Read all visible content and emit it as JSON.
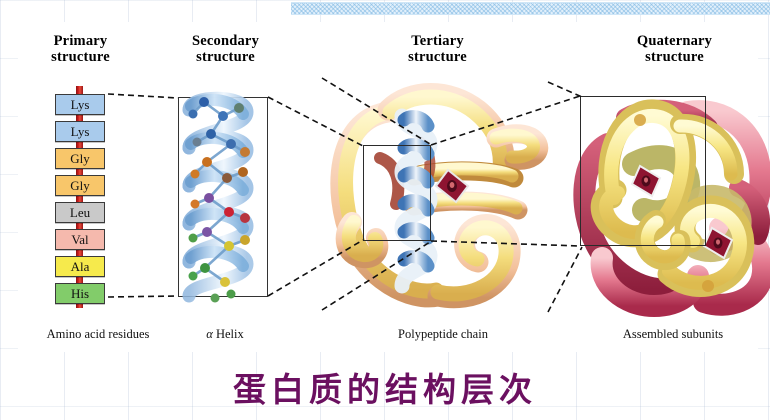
{
  "title": "蛋白质的结构层次",
  "title_color": "#6b1060",
  "headings": [
    {
      "line1": "Primary",
      "line2": "structure"
    },
    {
      "line1": "Secondary",
      "line2": "structure"
    },
    {
      "line1": "Tertiary",
      "line2": "structure"
    },
    {
      "line1": "Quaternary",
      "line2": "structure"
    }
  ],
  "captions": {
    "primary": "Amino acid residues",
    "secondary_greek": "α",
    "secondary_rest": " Helix",
    "tertiary": "Polypeptide chain",
    "quaternary": "Assembled subunits"
  },
  "residues": [
    {
      "label": "Lys",
      "color": "#a9cbec"
    },
    {
      "label": "Lys",
      "color": "#a9cbec"
    },
    {
      "label": "Gly",
      "color": "#f8c66a"
    },
    {
      "label": "Gly",
      "color": "#f8c66a"
    },
    {
      "label": "Leu",
      "color": "#c9c9c9"
    },
    {
      "label": "Val",
      "color": "#f5b9ad"
    },
    {
      "label": "Ala",
      "color": "#f6ea4c"
    },
    {
      "label": "His",
      "color": "#82cc6a"
    }
  ],
  "backbone_color": "#cf1f1f",
  "structures": {
    "secondary_label": "alpha-helix-ribbon",
    "tertiary_label": "myoglobin-fold",
    "quaternary_label": "hemoglobin-tetramer"
  },
  "colors": {
    "helix_ribbon": "#9ec4e8",
    "tertiary_chain": "#f6e07a",
    "quaternary_chain_a": "#f7e383",
    "quaternary_chain_b": "#e0607f",
    "heme": "#8e1431",
    "top_strip": "#e2f0fb"
  }
}
